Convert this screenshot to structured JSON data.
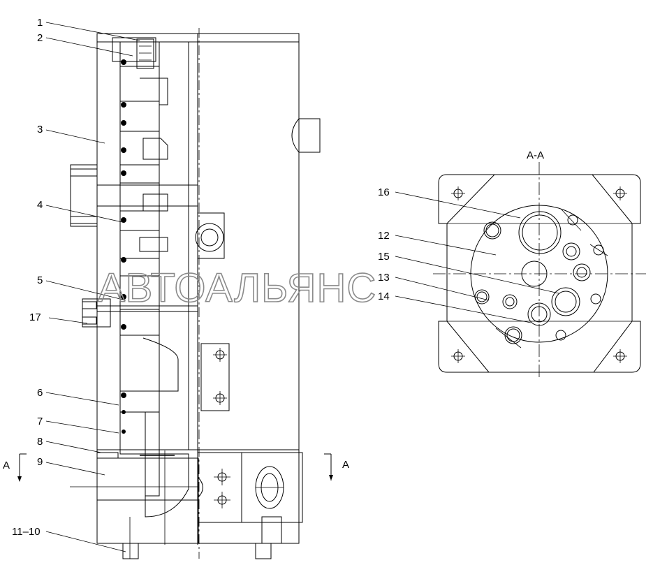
{
  "section_title": "A-A",
  "section_marks": {
    "left": "A",
    "right": "A"
  },
  "watermark": "АВТОАЛЬЯНС",
  "callouts": [
    {
      "id": "c1",
      "text": "1"
    },
    {
      "id": "c2",
      "text": "2"
    },
    {
      "id": "c3",
      "text": "3"
    },
    {
      "id": "c4",
      "text": "4"
    },
    {
      "id": "c5",
      "text": "5"
    },
    {
      "id": "c17",
      "text": "17"
    },
    {
      "id": "c6",
      "text": "6"
    },
    {
      "id": "c7",
      "text": "7"
    },
    {
      "id": "c8",
      "text": "8"
    },
    {
      "id": "c9",
      "text": "9"
    },
    {
      "id": "c11_10",
      "text": "11–10"
    },
    {
      "id": "c16",
      "text": "16"
    },
    {
      "id": "c12",
      "text": "12"
    },
    {
      "id": "c15",
      "text": "15"
    },
    {
      "id": "c13",
      "text": "13"
    },
    {
      "id": "c14",
      "text": "14"
    }
  ]
}
